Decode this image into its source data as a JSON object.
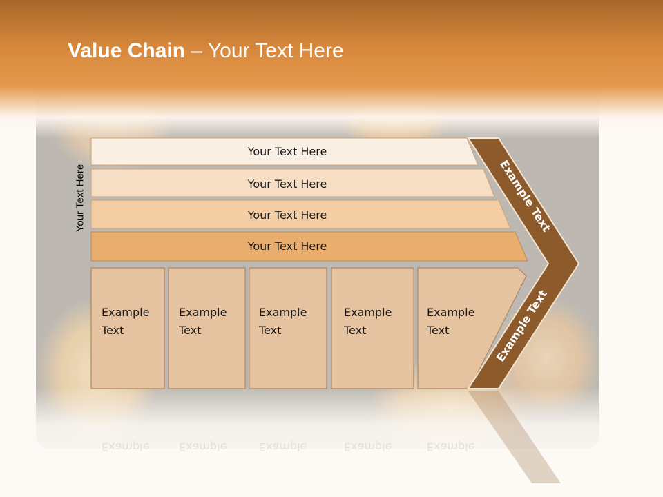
{
  "slide": {
    "title_bold": "Value Chain",
    "title_rest": " – Your Text Here",
    "side_label": "Your Text Here"
  },
  "support_bands": [
    {
      "label": "Your Text Here",
      "color": "#faefe3"
    },
    {
      "label": "Your Text Here",
      "color": "#f7dfc5"
    },
    {
      "label": "Your Text Here",
      "color": "#f3cda3"
    },
    {
      "label": "Your Text Here",
      "color": "#e9ad6e"
    }
  ],
  "primary_boxes": [
    {
      "line1": "Example",
      "line2": "Text"
    },
    {
      "line1": "Example",
      "line2": "Text"
    },
    {
      "line1": "Example",
      "line2": "Text"
    },
    {
      "line1": "Example",
      "line2": "Text"
    },
    {
      "line1": "Example",
      "line2": "Text"
    }
  ],
  "arrow": {
    "upper_label": "Example Text",
    "lower_label": "Example Text",
    "color": "#8c5a2b",
    "border_color": "#f3e3cf"
  },
  "colors": {
    "header": "#d8883c",
    "box_fill": "#e6c3a0",
    "box_border": "#a77b52"
  }
}
